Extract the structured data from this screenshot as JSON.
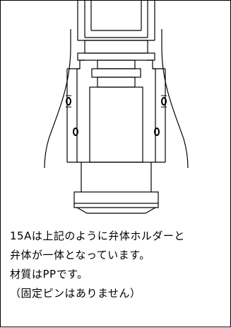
{
  "caption": {
    "lines": [
      "15Aは上記のように弁体ホルダーと",
      "弁体が一体となっています。",
      "材質はPPです。",
      "（固定ピンはありません）"
    ]
  }
}
